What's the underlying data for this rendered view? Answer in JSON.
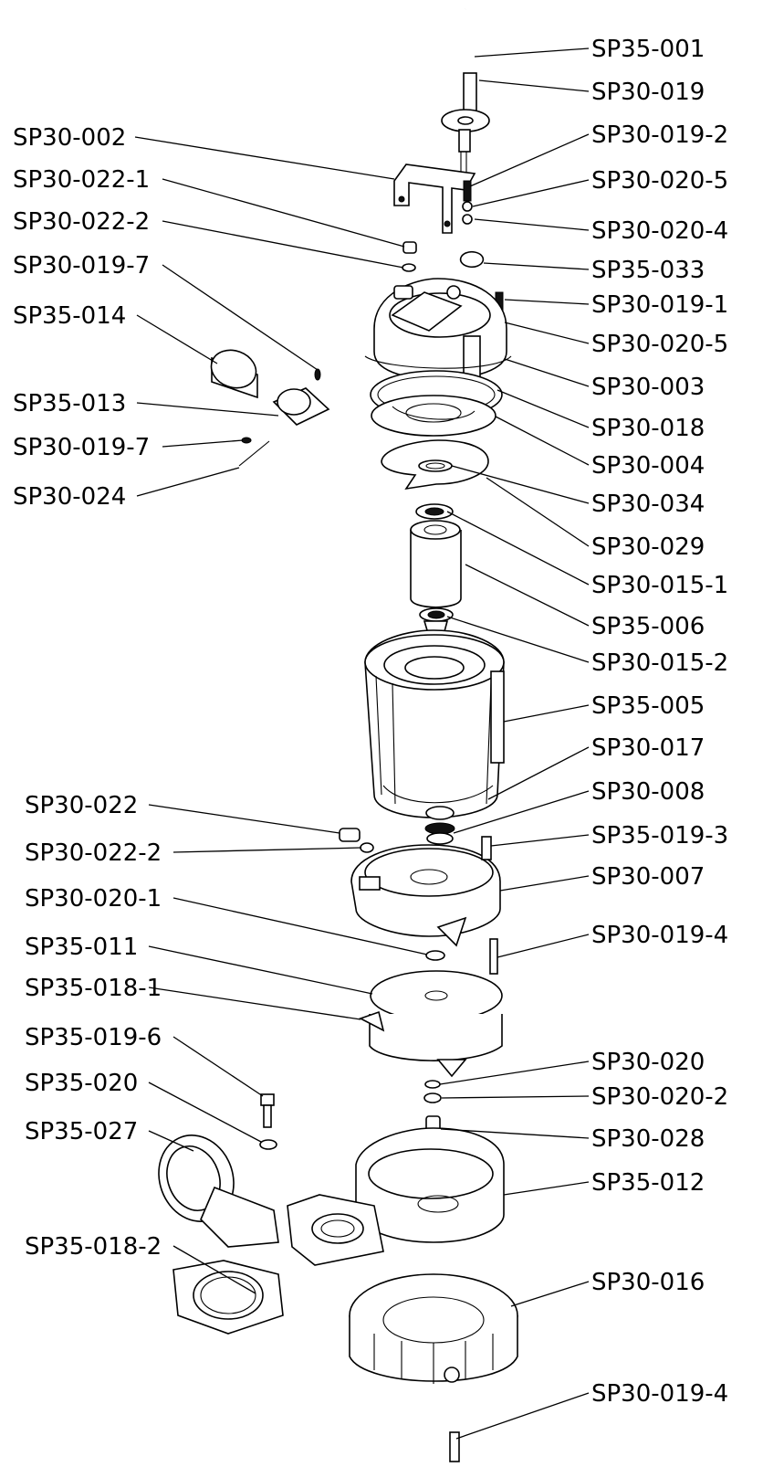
{
  "labels": {
    "sp35_001": "SP35-001",
    "sp30_019": "SP30-019",
    "sp30_019_2": "SP30-019-2",
    "sp30_020_5_a": "SP30-020-5",
    "sp30_020_4": "SP30-020-4",
    "sp35_033": "SP35-033",
    "sp30_019_1": "SP30-019-1",
    "sp30_020_5_b": "SP30-020-5",
    "sp30_003": "SP30-003",
    "sp30_018": "SP30-018",
    "sp30_004": "SP30-004",
    "sp30_034": "SP30-034",
    "sp30_029": "SP30-029",
    "sp30_015_1": "SP30-015-1",
    "sp35_006": "SP35-006",
    "sp30_015_2": "SP30-015-2",
    "sp35_005": "SP35-005",
    "sp30_017": "SP30-017",
    "sp30_008": "SP30-008",
    "sp35_019_3": "SP35-019-3",
    "sp30_007": "SP30-007",
    "sp30_019_4_a": "SP30-019-4",
    "sp30_020": "SP30-020",
    "sp30_020_2": "SP30-020-2",
    "sp30_028": "SP30-028",
    "sp35_012": "SP35-012",
    "sp30_016": "SP30-016",
    "sp30_019_4_b": "SP30-019-4",
    "sp30_002": "SP30-002",
    "sp30_022_1": "SP30-022-1",
    "sp30_022_2_a": "SP30-022-2",
    "sp30_019_7_a": "SP30-019-7",
    "sp35_014": "SP35-014",
    "sp35_013": "SP35-013",
    "sp30_019_7_b": "SP30-019-7",
    "sp30_024": "SP30-024",
    "sp30_022": "SP30-022",
    "sp30_022_2_b": "SP30-022-2",
    "sp30_020_1": "SP30-020-1",
    "sp35_011": "SP35-011",
    "sp35_018_1": "SP35-018-1",
    "sp35_019_6": "SP35-019-6",
    "sp35_020": "SP35-020",
    "sp35_027": "SP35-027",
    "sp35_018_2": "SP35-018-2"
  }
}
